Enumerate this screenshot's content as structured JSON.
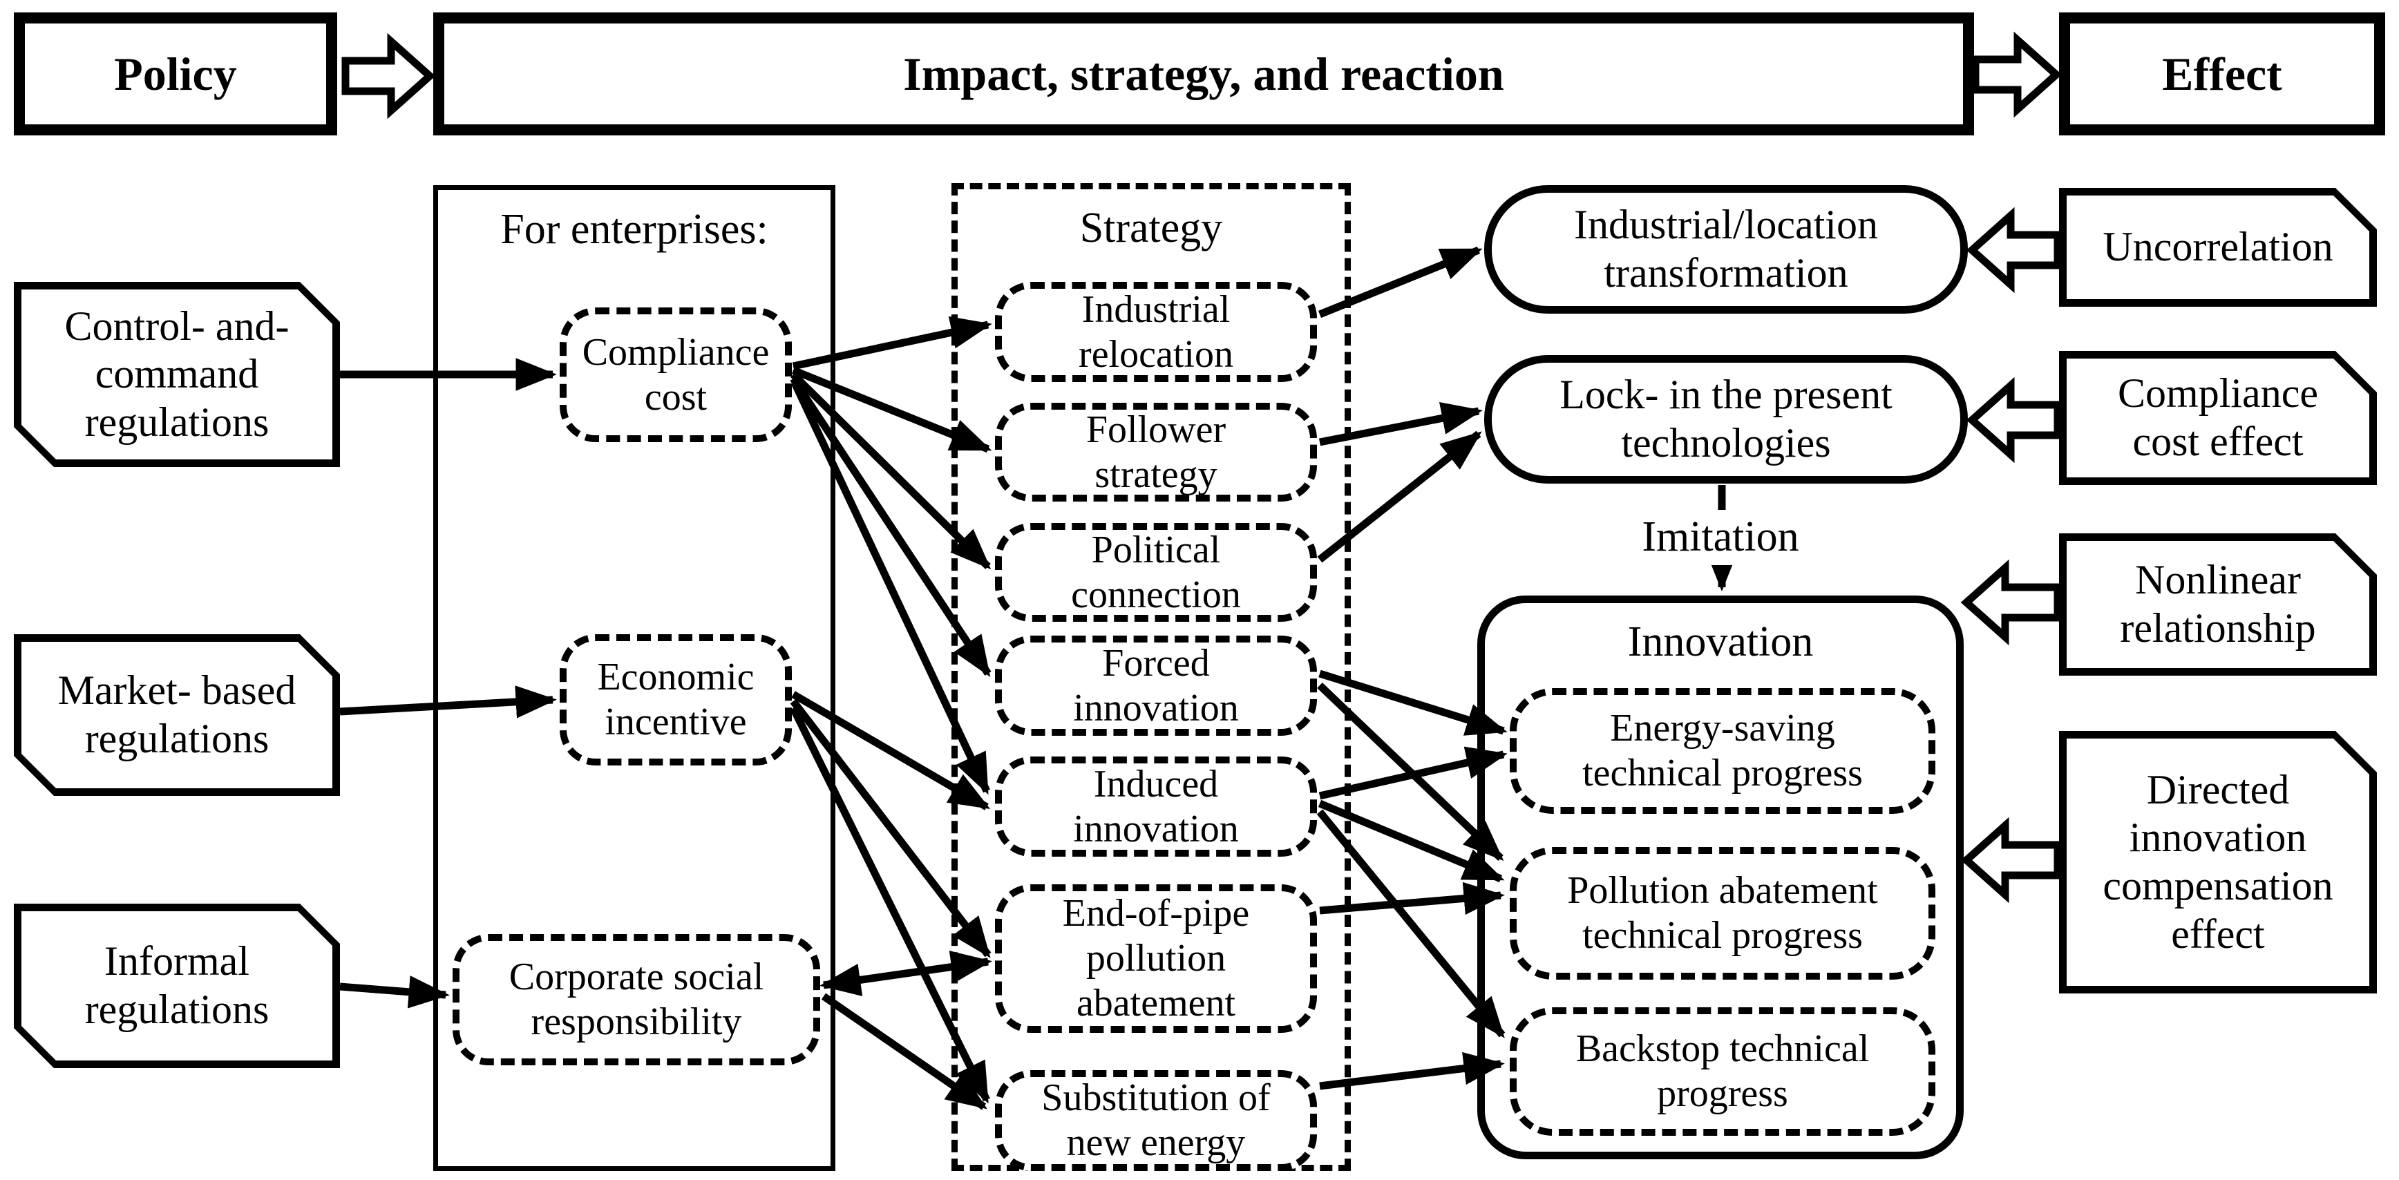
{
  "colors": {
    "ink": "#000000",
    "paper": "#ffffff"
  },
  "header": {
    "policy": "Policy",
    "impact": "Impact, strategy, and  reaction",
    "effect": "Effect"
  },
  "policies": [
    {
      "label": "Control- and-\ncommand\nregulations"
    },
    {
      "label": "Market- based\nregulations"
    },
    {
      "label": "Informal\nregulations"
    }
  ],
  "enterprises": {
    "title": "For enterprises:",
    "items": [
      {
        "label": "Compliance\ncost"
      },
      {
        "label": "Economic\nincentive"
      },
      {
        "label": "Corporate social\nresponsibility"
      }
    ]
  },
  "strategy": {
    "title": "Strategy",
    "items": [
      {
        "label": "Industrial\nrelocation"
      },
      {
        "label": "Follower\nstrategy"
      },
      {
        "label": "Political\nconnection"
      },
      {
        "label": "Forced\ninnovation"
      },
      {
        "label": "Induced\ninnovation"
      },
      {
        "label": "End-of-pipe\npollution\nabatement"
      },
      {
        "label": "Substitution of\nnew energy"
      }
    ]
  },
  "outcomes": {
    "transformation": "Industrial/location\ntransformation",
    "lockin": "Lock- in the present\ntechnologies",
    "imitation": "Imitation",
    "innovation_title": "Innovation",
    "innovation_items": [
      {
        "label": "Energy-saving\ntechnical progress"
      },
      {
        "label": "Pollution abatement\ntechnical progress"
      },
      {
        "label": "Backstop technical\nprogress"
      }
    ]
  },
  "effects": [
    {
      "label": "Uncorrelation"
    },
    {
      "label": "Compliance\ncost effect"
    },
    {
      "label": "Nonlinear\nrelationship"
    },
    {
      "label": "Directed\ninnovation\ncompensation\neffect"
    }
  ],
  "edges": [
    {
      "from": "policy-header",
      "to": "impact-header",
      "style": "hollow"
    },
    {
      "from": "impact-header",
      "to": "effect-header",
      "style": "hollow"
    },
    {
      "from": "control-and-command-regulations",
      "to": "compliance-cost",
      "style": "solid"
    },
    {
      "from": "market-based-regulations",
      "to": "economic-incentive",
      "style": "solid"
    },
    {
      "from": "informal-regulations",
      "to": "corporate-social-responsibility",
      "style": "solid"
    },
    {
      "from": "compliance-cost",
      "to": "industrial-relocation",
      "style": "solid"
    },
    {
      "from": "compliance-cost",
      "to": "follower-strategy",
      "style": "solid"
    },
    {
      "from": "compliance-cost",
      "to": "political-connection",
      "style": "solid"
    },
    {
      "from": "compliance-cost",
      "to": "forced-innovation",
      "style": "solid"
    },
    {
      "from": "compliance-cost",
      "to": "induced-innovation",
      "style": "solid"
    },
    {
      "from": "economic-incentive",
      "to": "induced-innovation",
      "style": "solid"
    },
    {
      "from": "economic-incentive",
      "to": "end-of-pipe-pollution-abatement",
      "style": "solid"
    },
    {
      "from": "economic-incentive",
      "to": "substitution-of-new-energy",
      "style": "solid"
    },
    {
      "from": "corporate-social-responsibility",
      "to": "end-of-pipe-pollution-abatement",
      "style": "solid",
      "both": true
    },
    {
      "from": "corporate-social-responsibility",
      "to": "substitution-of-new-energy",
      "style": "solid"
    },
    {
      "from": "industrial-relocation",
      "to": "industrial-location-transformation",
      "style": "solid"
    },
    {
      "from": "follower-strategy",
      "to": "lock-in-the-present-technologies",
      "style": "solid"
    },
    {
      "from": "political-connection",
      "to": "lock-in-the-present-technologies",
      "style": "solid"
    },
    {
      "from": "forced-innovation",
      "to": "energy-saving-technical-progress",
      "style": "solid"
    },
    {
      "from": "forced-innovation",
      "to": "pollution-abatement-technical-progress",
      "style": "solid"
    },
    {
      "from": "induced-innovation",
      "to": "energy-saving-technical-progress",
      "style": "solid"
    },
    {
      "from": "induced-innovation",
      "to": "pollution-abatement-technical-progress",
      "style": "solid"
    },
    {
      "from": "induced-innovation",
      "to": "backstop-technical-progress",
      "style": "solid"
    },
    {
      "from": "end-of-pipe-pollution-abatement",
      "to": "pollution-abatement-technical-progress",
      "style": "solid"
    },
    {
      "from": "substitution-of-new-energy",
      "to": "backstop-technical-progress",
      "style": "solid"
    },
    {
      "from": "lock-in-the-present-technologies",
      "to": "innovation",
      "style": "solid",
      "label": "Imitation"
    },
    {
      "from": "uncorrelation",
      "to": "industrial-location-transformation",
      "style": "hollow"
    },
    {
      "from": "compliance-cost-effect",
      "to": "lock-in-the-present-technologies",
      "style": "hollow"
    },
    {
      "from": "nonlinear-relationship",
      "to": "innovation",
      "style": "hollow"
    },
    {
      "from": "directed-innovation-compensation-effect",
      "to": "innovation",
      "style": "hollow"
    }
  ]
}
